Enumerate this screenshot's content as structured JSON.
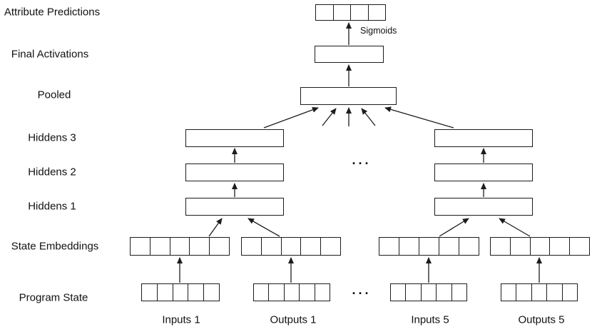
{
  "labels": {
    "rows": [
      {
        "id": "attribute-predictions",
        "text": "Attribute Predictions"
      },
      {
        "id": "final-activations",
        "text": "Final Activations"
      },
      {
        "id": "pooled",
        "text": "Pooled"
      },
      {
        "id": "hiddens-3",
        "text": "Hiddens 3"
      },
      {
        "id": "hiddens-2",
        "text": "Hiddens 2"
      },
      {
        "id": "hiddens-1",
        "text": "Hiddens 1"
      },
      {
        "id": "state-embeddings",
        "text": "State Embeddings"
      },
      {
        "id": "program-state",
        "text": "Program State"
      }
    ],
    "columns": [
      {
        "id": "inputs-1",
        "text": "Inputs 1"
      },
      {
        "id": "outputs-1",
        "text": "Outputs 1"
      },
      {
        "id": "inputs-5",
        "text": "Inputs 5"
      },
      {
        "id": "outputs-5",
        "text": "Outputs 5"
      }
    ],
    "sigmoids": "Sigmoids",
    "ellipsis_hiddens": "...",
    "ellipsis_program": "..."
  },
  "structure": {
    "attribute_prediction_cells": 4,
    "state_embedding_cells": 5,
    "program_state_cells": 5,
    "hidden_layers_per_stack": 3,
    "pooled_input_arrows": 5
  },
  "colors": {
    "stroke": "#1c1c1c",
    "background": "#ffffff"
  }
}
